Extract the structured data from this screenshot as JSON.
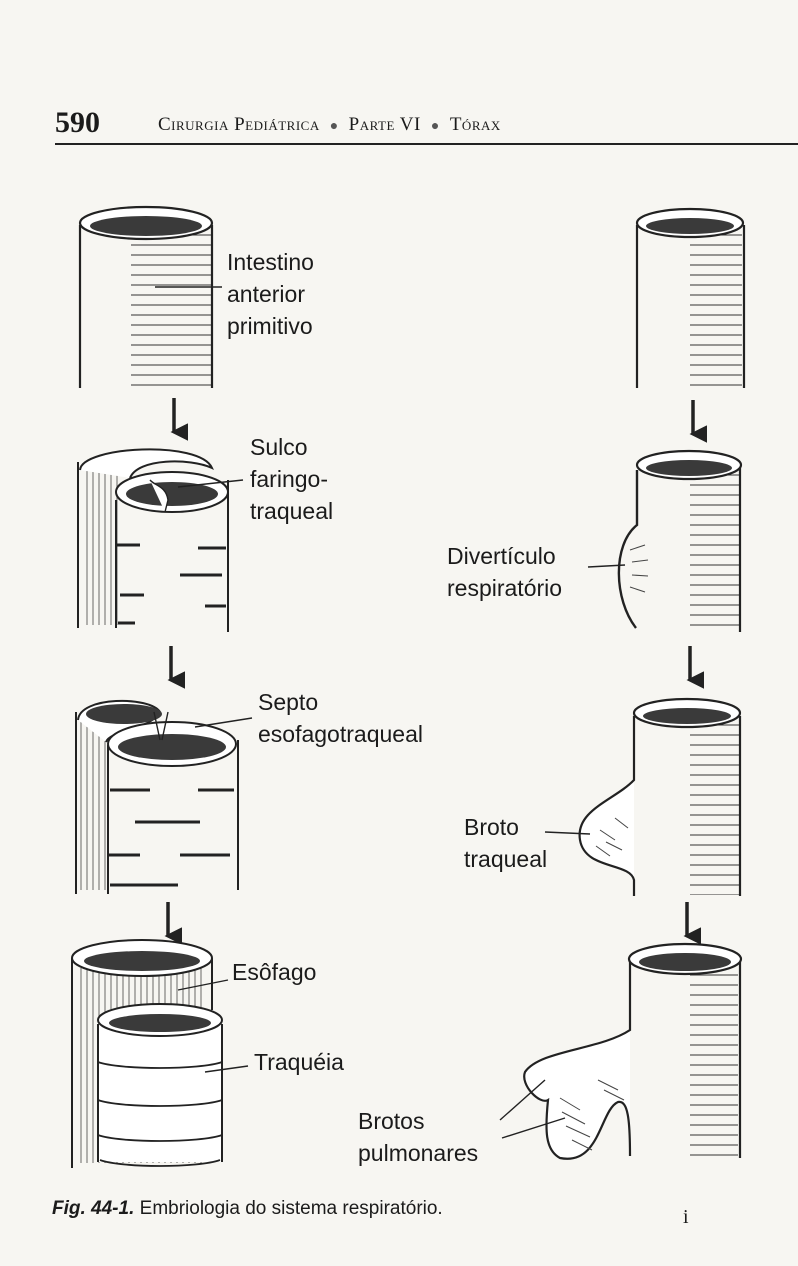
{
  "header": {
    "page_number": "590",
    "book": "Cirurgia Pediátrica",
    "part": "Parte VI",
    "section": "Tórax"
  },
  "labels": {
    "intestino": "Intestino\nanterior\nprimitivo",
    "sulco": "Sulco\nfaringo-\ntraqueal",
    "septo": "Septo\nesofagotraqueal",
    "esofago": "Esôfago",
    "traqueia": "Traquéia",
    "diverticulo": "Divertículo\nrespiratório",
    "broto": "Broto\ntraqueal",
    "brotos": "Brotos\npulmonares"
  },
  "caption": {
    "ref": "Fig. 44-1.",
    "text": "Embriologia do sistema respiratório."
  },
  "footer_mark": "i",
  "icons": [
    "down-arrow-icon"
  ]
}
